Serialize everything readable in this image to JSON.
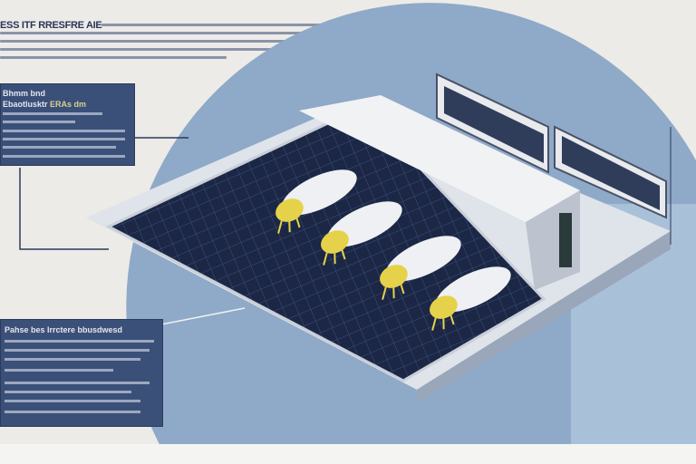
{
  "header": {
    "title": "ESS ITF RRESFRE AIE"
  },
  "callout_top": {
    "heading": "Bhmm bnd",
    "subheading": "Ebaotlusktr",
    "accent": "ERAs dm"
  },
  "callout_bottom": {
    "heading": "Pahse bes Irrctere bbusdwesd"
  },
  "colors": {
    "background": "#ecebe7",
    "panel_navy": "#1b2745",
    "callout_blue": "#3b5078",
    "accent_yellow": "#e6d24a",
    "circle_blue": "#8fa9c8"
  }
}
